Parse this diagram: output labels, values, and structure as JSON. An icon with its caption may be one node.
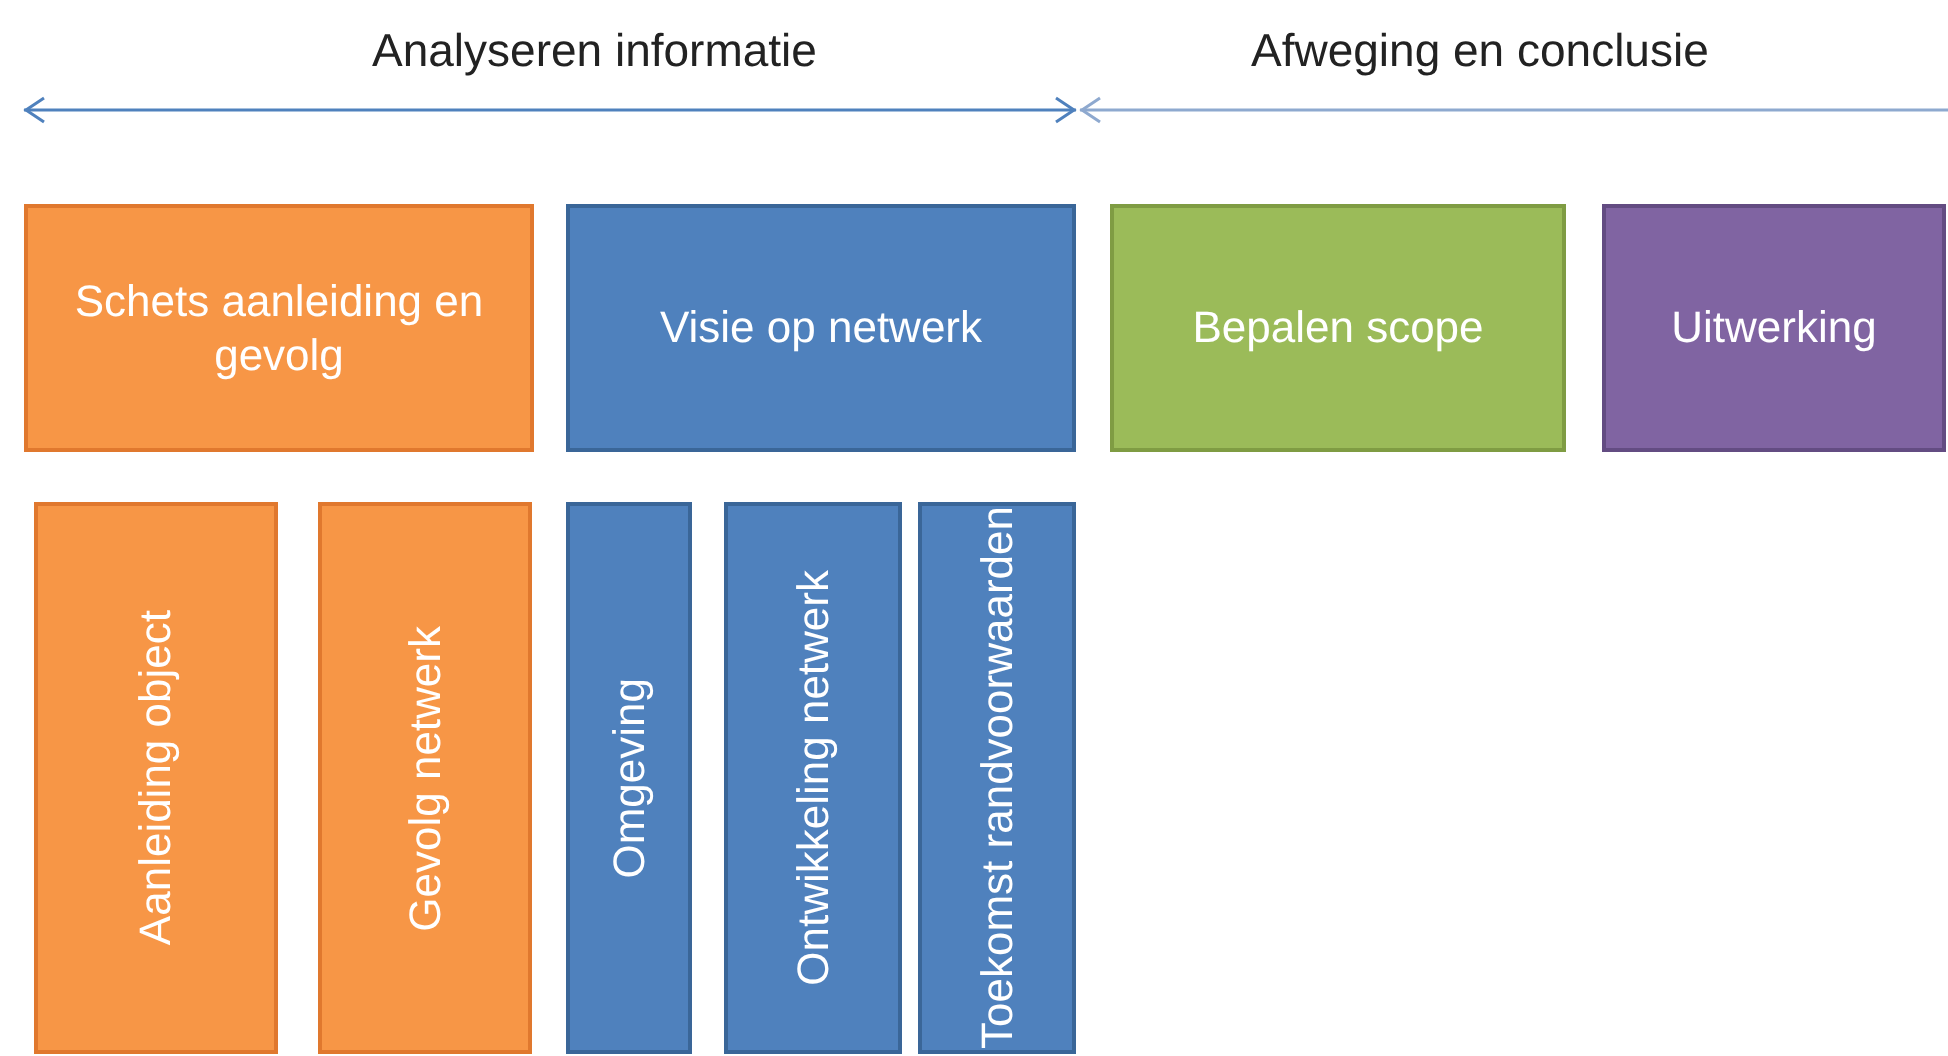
{
  "diagram": {
    "nodes": [
      {
        "text": [
          "Schets aanleiding en gevolg"
        ]
      },
      {
        "text": [
          "Visie op netwerk"
        ]
      },
      {
        "text": [
          "Bepalen scope"
        ]
      },
      {
        "text": [
          "Uitwerking"
        ]
      },
      {
        "text": [
          "Aanleiding object"
        ]
      },
      {
        "text": [
          "Gevolg netwerk"
        ]
      },
      {
        "text": [
          "Omgeving"
        ]
      },
      {
        "text": [
          "Ontwikkeling netwerk"
        ]
      },
      {
        "text": [
          "Toekomst randvoorwaarden"
        ]
      }
    ],
    "edges": [],
    "labels": [
      "Analyseren informatie",
      "Afweging en conclusie"
    ]
  }
}
